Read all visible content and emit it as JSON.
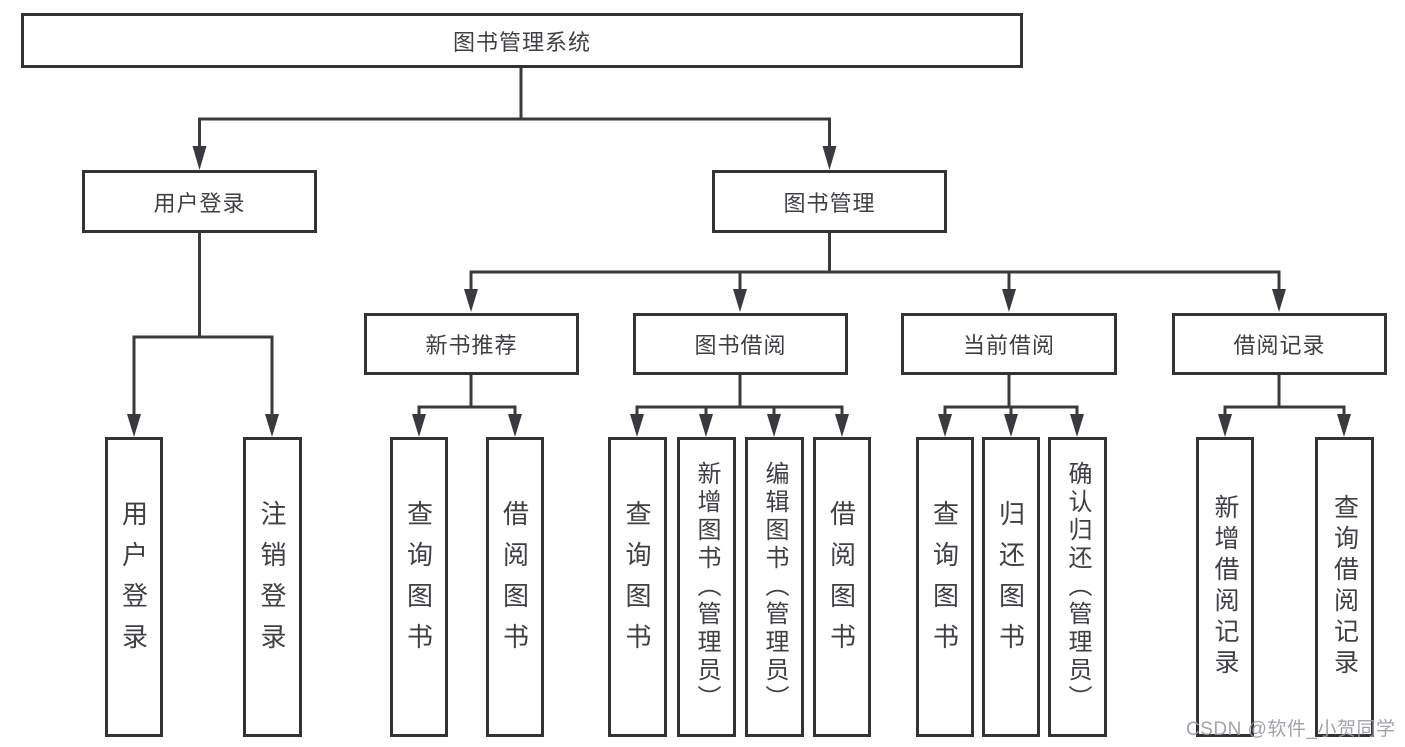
{
  "diagram": {
    "root": "图书管理系统",
    "level2": {
      "user_login": "用户登录",
      "book_management": "图书管理"
    },
    "level3": {
      "new_book_recommend": "新书推荐",
      "book_borrow": "图书借阅",
      "current_borrow": "当前借阅",
      "borrow_records": "借阅记录"
    },
    "leaves": {
      "user_login": [
        "用户登录",
        "注销登录"
      ],
      "new_book_recommend": [
        "查询图书",
        "借阅图书"
      ],
      "book_borrow": [
        "查询图书",
        "新增图书（管理员）",
        "编辑图书（管理员）",
        "借阅图书"
      ],
      "current_borrow": [
        "查询图书",
        "归还图书",
        "确认归还（管理员）"
      ],
      "borrow_records": [
        "新增借阅记录",
        "查询借阅记录"
      ]
    }
  },
  "watermark": "CSDN @软件_小贺同学",
  "colors": {
    "line": "#3a3a3e",
    "box_border": "#333336",
    "text": "#3f3f44",
    "background": "#ffffff",
    "watermark": "#9a9ba3"
  }
}
